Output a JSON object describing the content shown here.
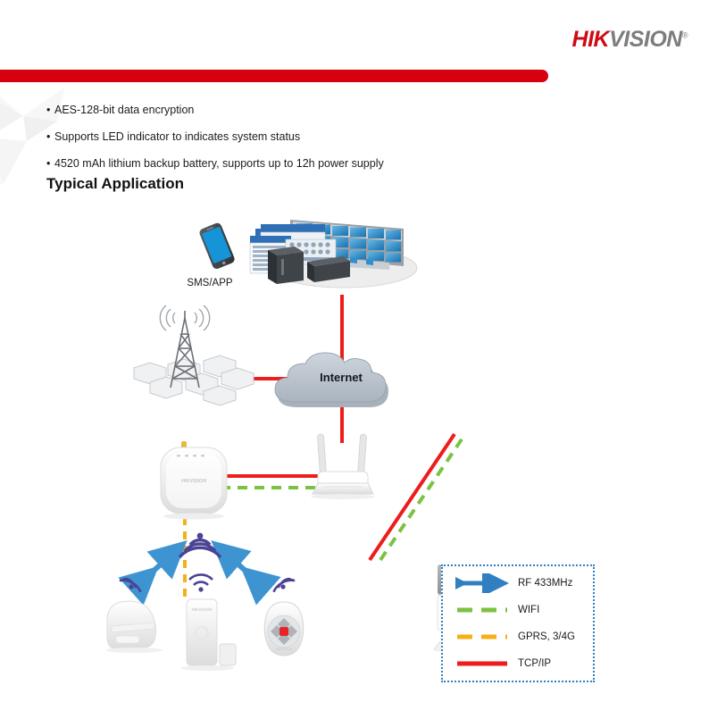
{
  "brand": {
    "logo_primary": "HIK",
    "logo_secondary": "VISION",
    "logo_trademark": "®",
    "red": "#d7000f",
    "gray": "#7d7d7d"
  },
  "features": {
    "bullet_char": "•",
    "items": [
      "AES-128-bit data encryption",
      "Supports LED indicator to indicates system status",
      "4520 mAh lithium backup battery, supports up to 12h power supply"
    ]
  },
  "section": {
    "title": "Typical Application"
  },
  "diagram": {
    "nodes": {
      "phone_label": "SMS/APP",
      "cloud_label": "Internet",
      "control_center": "control-center",
      "cell_tower": "cell-tower",
      "alarm_hub": "hikvision-ax-hub",
      "wifi_router": "wifi-router",
      "pir_detector": "pir-motion-detector",
      "door_contact": "door-window-contact",
      "keyfob": "keyfob-remote",
      "ip_camera": "cube-ip-camera"
    },
    "colors": {
      "tcpip": "#ee1c1c",
      "wifi": "#7cc242",
      "gprs": "#f5b016",
      "rf": "#2f7fc1",
      "rf_wave": "#453e8f",
      "cloud": "#bfc8d1"
    }
  },
  "legend": {
    "border_color": "#2f7fc1",
    "items": [
      {
        "label": "RF 433MHz",
        "style": "double-arrow",
        "color": "#2f7fc1"
      },
      {
        "label": "WIFI",
        "style": "dashed",
        "color": "#7cc242"
      },
      {
        "label": "GPRS, 3/4G",
        "style": "dashed",
        "color": "#f5b016"
      },
      {
        "label": "TCP/IP",
        "style": "solid",
        "color": "#ee1c1c"
      }
    ]
  }
}
